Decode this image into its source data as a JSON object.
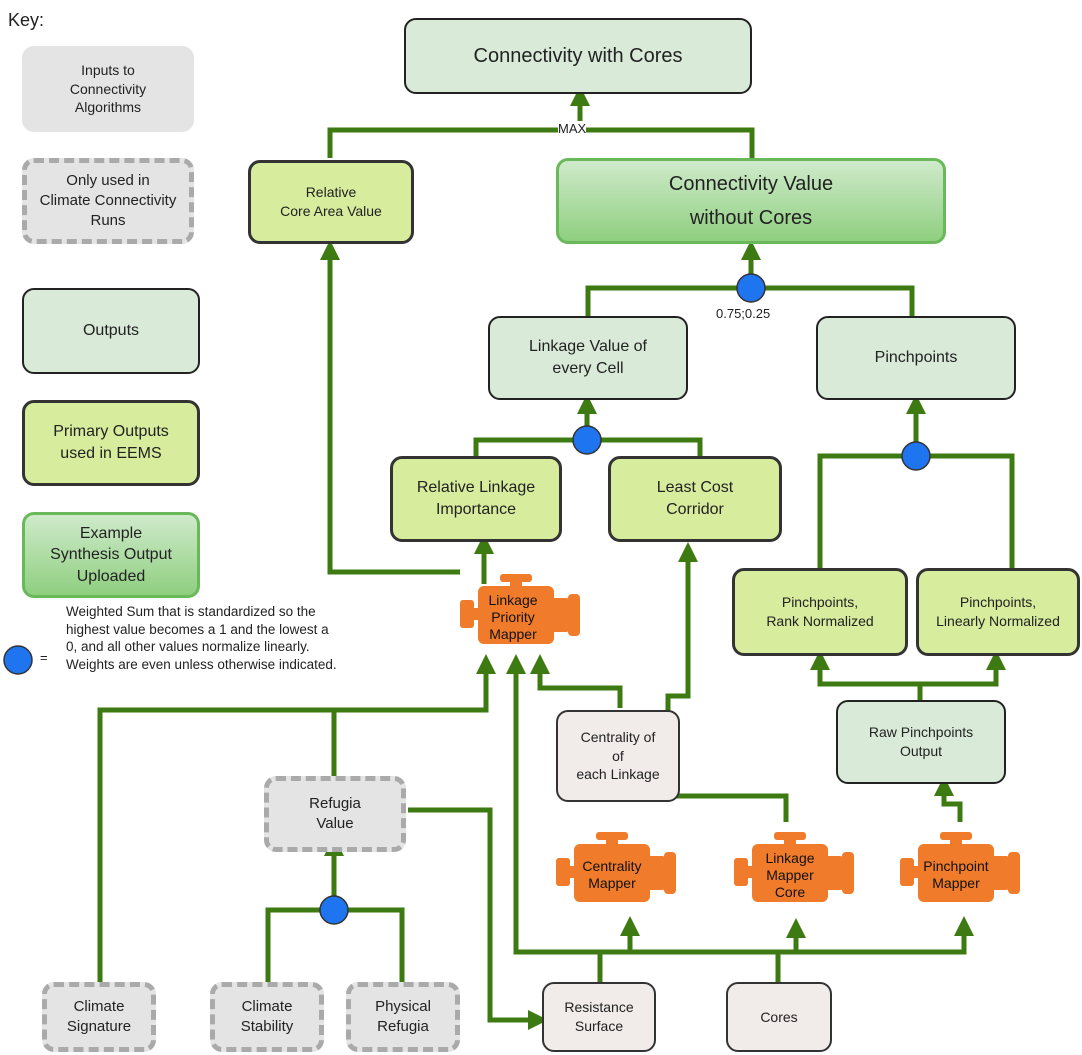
{
  "key": {
    "title": "Key:",
    "inputs": "Inputs to\nConnectivity\nAlgorithms",
    "climate_only": "Only used in\nClimate Connectivity\nRuns",
    "outputs": "Outputs",
    "primary": "Primary Outputs\nused in EEMS",
    "synthesis": "Example\nSynthesis Output\nUploaded",
    "dot_equals": "=",
    "dot_note": "Weighted Sum that is standardized so the\nhighest value becomes a 1 and the lowest a\n0, and all other values normalize linearly.\nWeights are even unless otherwise indicated."
  },
  "nodes": {
    "connectivity_with_cores": "Connectivity with Cores",
    "max_label": "MAX",
    "relative_core_area": "Relative\nCore Area Value",
    "connectivity_without_cores": "Connectivity Value\nwithout Cores",
    "weights_label": "0.75;0.25",
    "linkage_value": "Linkage Value of\nevery Cell",
    "pinchpoints": "Pinchpoints",
    "relative_linkage": "Relative Linkage\nImportance",
    "least_cost": "Least Cost\nCorridor",
    "pp_rank": "Pinchpoints,\nRank Normalized",
    "pp_linear": "Pinchpoints,\nLinearly Normalized",
    "linkage_priority_mapper": "Linkage\nPriority\nMapper",
    "raw_pinchpoints": "Raw Pinchpoints\nOutput",
    "centrality": "Centrality of\nof\neach Linkage",
    "refugia": "Refugia\nValue",
    "centrality_mapper": "Centrality\nMapper",
    "linkage_mapper_core": "Linkage\nMapper\nCore",
    "pinchpoint_mapper": "Pinchpoint\nMapper",
    "climate_signature": "Climate\nSignature",
    "climate_stability": "Climate\nStability",
    "physical_refugia": "Physical\nRefugia",
    "resistance_surface": "Resistance\nSurface",
    "cores": "Cores"
  },
  "colors": {
    "wire": "#3d7a12",
    "dot": "#1f74f0",
    "engine": "#f07b2a"
  }
}
